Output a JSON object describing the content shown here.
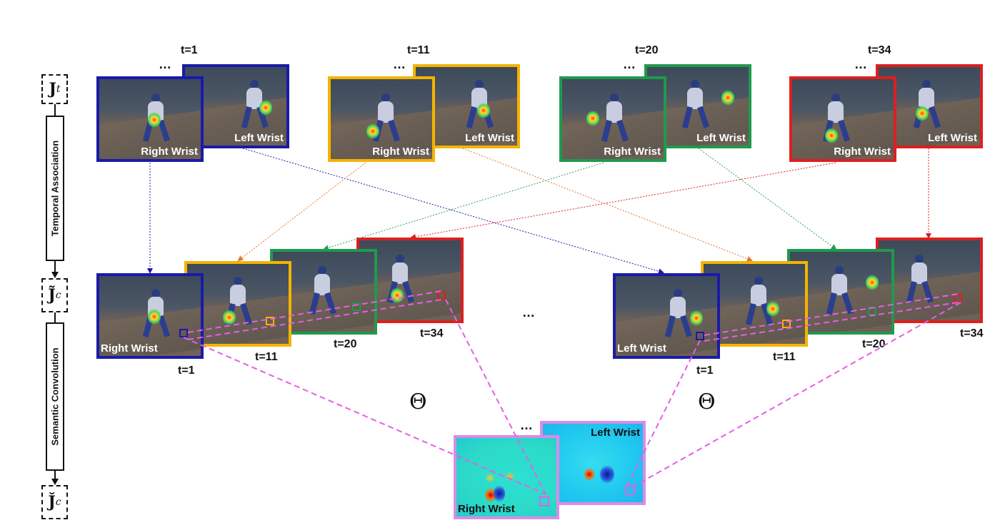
{
  "times": [
    "t=1",
    "t=11",
    "t=20",
    "t=34"
  ],
  "ellipsis": "…",
  "labels": {
    "right_wrist": "Right Wrist",
    "left_wrist": "Left Wrist"
  },
  "colors": {
    "t1": "#1a1aa8",
    "t11": "#f4b400",
    "t20": "#1f9a4c",
    "t34": "#dd1f1f",
    "conv": "#e75ee6",
    "conv_border": "#d98ce6"
  },
  "side_panel": {
    "top_symbol": "J",
    "top_sub": "t",
    "mid_symbol": "J̃",
    "mid_sub": "c",
    "bot_symbol": "J̆",
    "bot_sub": "c",
    "stage1": "Temporal Association",
    "stage2": "Semantic Convolution"
  },
  "theta": "Θ",
  "bottom": {
    "right_label": "Right Wrist",
    "left_label": "Left Wrist"
  }
}
